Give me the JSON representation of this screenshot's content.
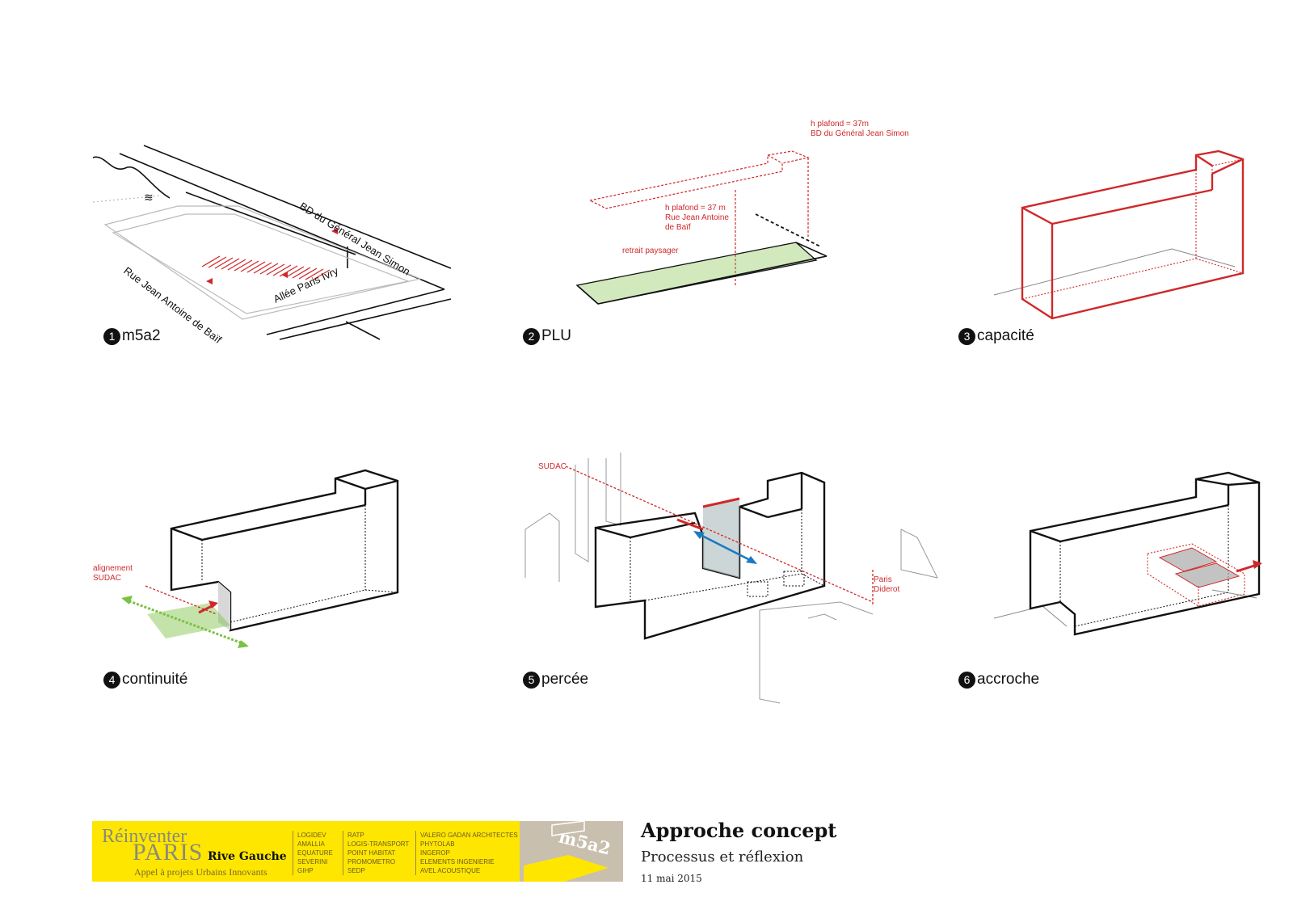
{
  "steps": [
    {
      "number": "1",
      "label": "m5a2"
    },
    {
      "number": "2",
      "label": "PLU"
    },
    {
      "number": "3",
      "label": "capacité"
    },
    {
      "number": "4",
      "label": "continuité"
    },
    {
      "number": "5",
      "label": "percée"
    },
    {
      "number": "6",
      "label": "accroche"
    }
  ],
  "panel1": {
    "street_bd": "BD du Général Jean Simon",
    "street_rue": "Rue Jean Antoine de Baïf",
    "street_allee": "Allée Paris Ivry",
    "water_icon": "≋"
  },
  "panel2": {
    "label_hplafond_1": "h plafond = 37m",
    "label_hplafond_1b": "BD du Général Jean Simon",
    "label_hplafond_2": "h plafond = 37 m",
    "label_hplafond_2b": "Rue Jean Antoine",
    "label_hplafond_2c": "de Baïf",
    "label_retrait": "retrait paysager"
  },
  "panel4": {
    "label_alignement": "alignement",
    "label_sudac": "SUDAC"
  },
  "panel5": {
    "label_sudac": "SUDAC",
    "label_paris": "Paris",
    "label_diderot": "Diderot"
  },
  "footer": {
    "brand_top": "Réinventer",
    "brand_paris": "PARIS",
    "brand_rive_gauche": "Rive Gauche",
    "brand_appel": "Appel à projets Urbains Innovants",
    "partners_col1": [
      "LOGIDEV",
      "AMALLIA",
      "EQUATURE",
      "SEVERINI",
      "GIHP"
    ],
    "partners_col2": [
      "RATP",
      "LOGIS-TRANSPORT",
      "POINT HABITAT",
      "PROMOMETRO",
      "SEDP"
    ],
    "partners_col3": [
      "VALERO GADAN ARCHITECTES",
      "PHYTOLAB",
      "INGEROP",
      "ELEMENTS INGENIERIE",
      "AVEL ACOUSTIQUE"
    ],
    "logo_text": "m5a2",
    "title": "Approche concept",
    "subtitle": "Processus et réflexion",
    "date": "11 mai 2015"
  },
  "colors": {
    "accent_red": "#d0282a",
    "green": "#7cc142",
    "blue": "#1a7ac2",
    "banner_yellow": "#ffe600"
  }
}
